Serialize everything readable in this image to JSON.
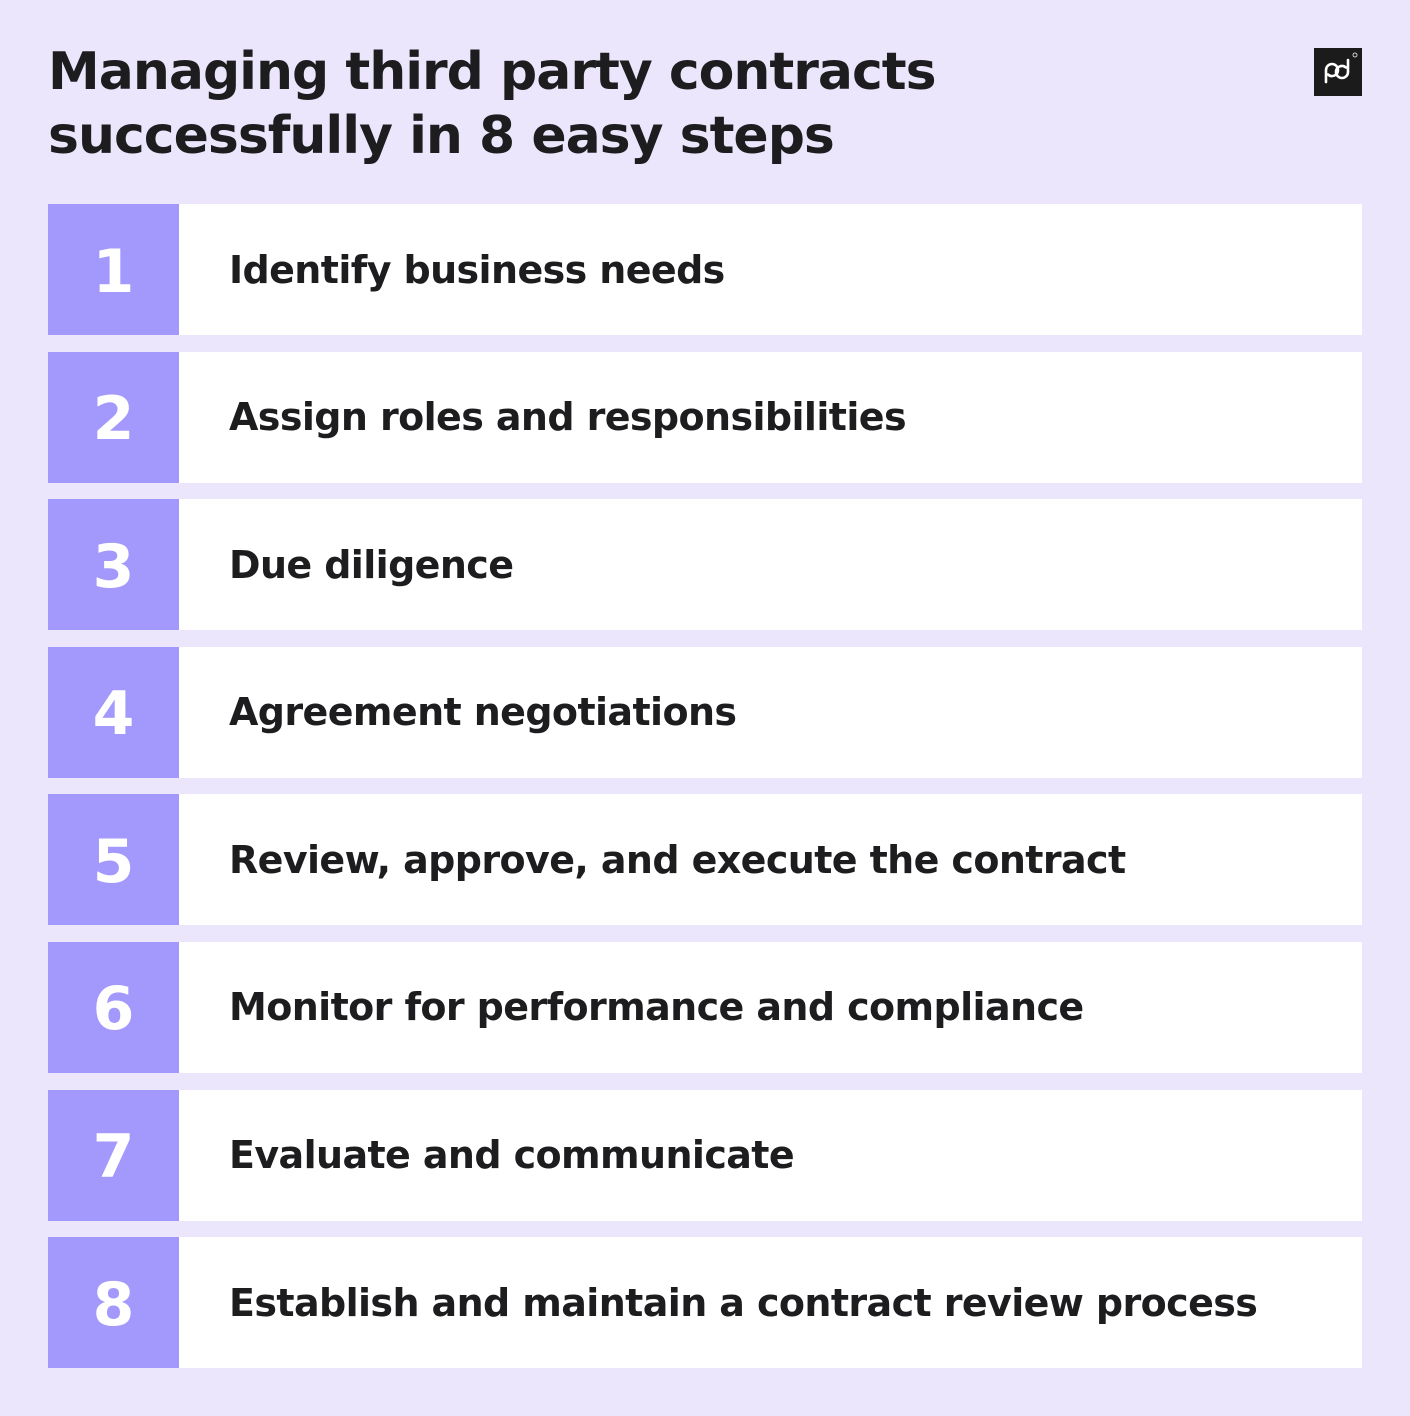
{
  "title": {
    "line1": "Managing third party contracts",
    "line2": "successfully in 8 easy steps"
  },
  "logo": {
    "icon": "pandadoc-logo-icon",
    "background": "#1b1b1b"
  },
  "colors": {
    "background": "#ece6fd",
    "number_box": "#a398fc",
    "row": "#ffffff",
    "text": "#1d1d1f"
  },
  "steps": [
    {
      "number": "1",
      "label": "Identify business needs"
    },
    {
      "number": "2",
      "label": "Assign roles and responsibilities"
    },
    {
      "number": "3",
      "label": "Due diligence"
    },
    {
      "number": "4",
      "label": "Agreement negotiations"
    },
    {
      "number": "5",
      "label": "Review, approve, and execute the contract"
    },
    {
      "number": "6",
      "label": "Monitor for performance and compliance"
    },
    {
      "number": "7",
      "label": "Evaluate and communicate"
    },
    {
      "number": "8",
      "label": "Establish and maintain a contract review process"
    }
  ]
}
